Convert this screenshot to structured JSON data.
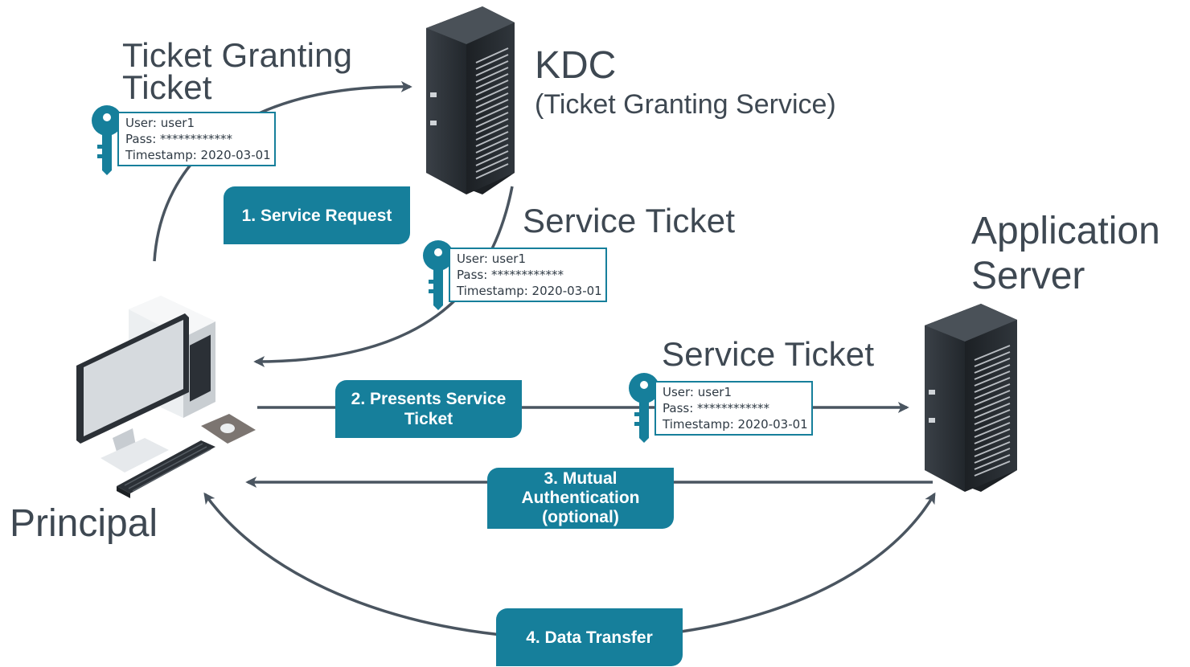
{
  "nodes": {
    "kdc_title": "KDC",
    "kdc_subtitle": "(Ticket Granting Service)",
    "app_server_line1": "Application",
    "app_server_line2": "Server",
    "principal": "Principal"
  },
  "labels": {
    "tgt_line1": "Ticket Granting",
    "tgt_line2": "Ticket",
    "service_ticket_1": "Service Ticket",
    "service_ticket_2": "Service Ticket"
  },
  "steps": {
    "step1": "1. Service Request",
    "step2_line1": "2. Presents Service",
    "step2_line2": "Ticket",
    "step3_line1": "3. Mutual",
    "step3_line2": "Authentication",
    "step3_line3": "(optional)",
    "step4": "4. Data Transfer"
  },
  "tickets": [
    {
      "user": "User: user1",
      "pass": "Pass: ************",
      "timestamp": "Timestamp: 2020-03-01"
    },
    {
      "user": "User: user1",
      "pass": "Pass: ************",
      "timestamp": "Timestamp: 2020-03-01"
    },
    {
      "user": "User: user1",
      "pass": "Pass: ************",
      "timestamp": "Timestamp: 2020-03-01"
    }
  ],
  "colors": {
    "accent": "#167f9b",
    "arrow": "#4a5560",
    "text": "#3e4852",
    "server_dark": "#2b3036"
  },
  "icons": [
    "key-icon",
    "server-icon",
    "desktop-computer-icon",
    "keyboard-icon",
    "mouse-icon"
  ]
}
